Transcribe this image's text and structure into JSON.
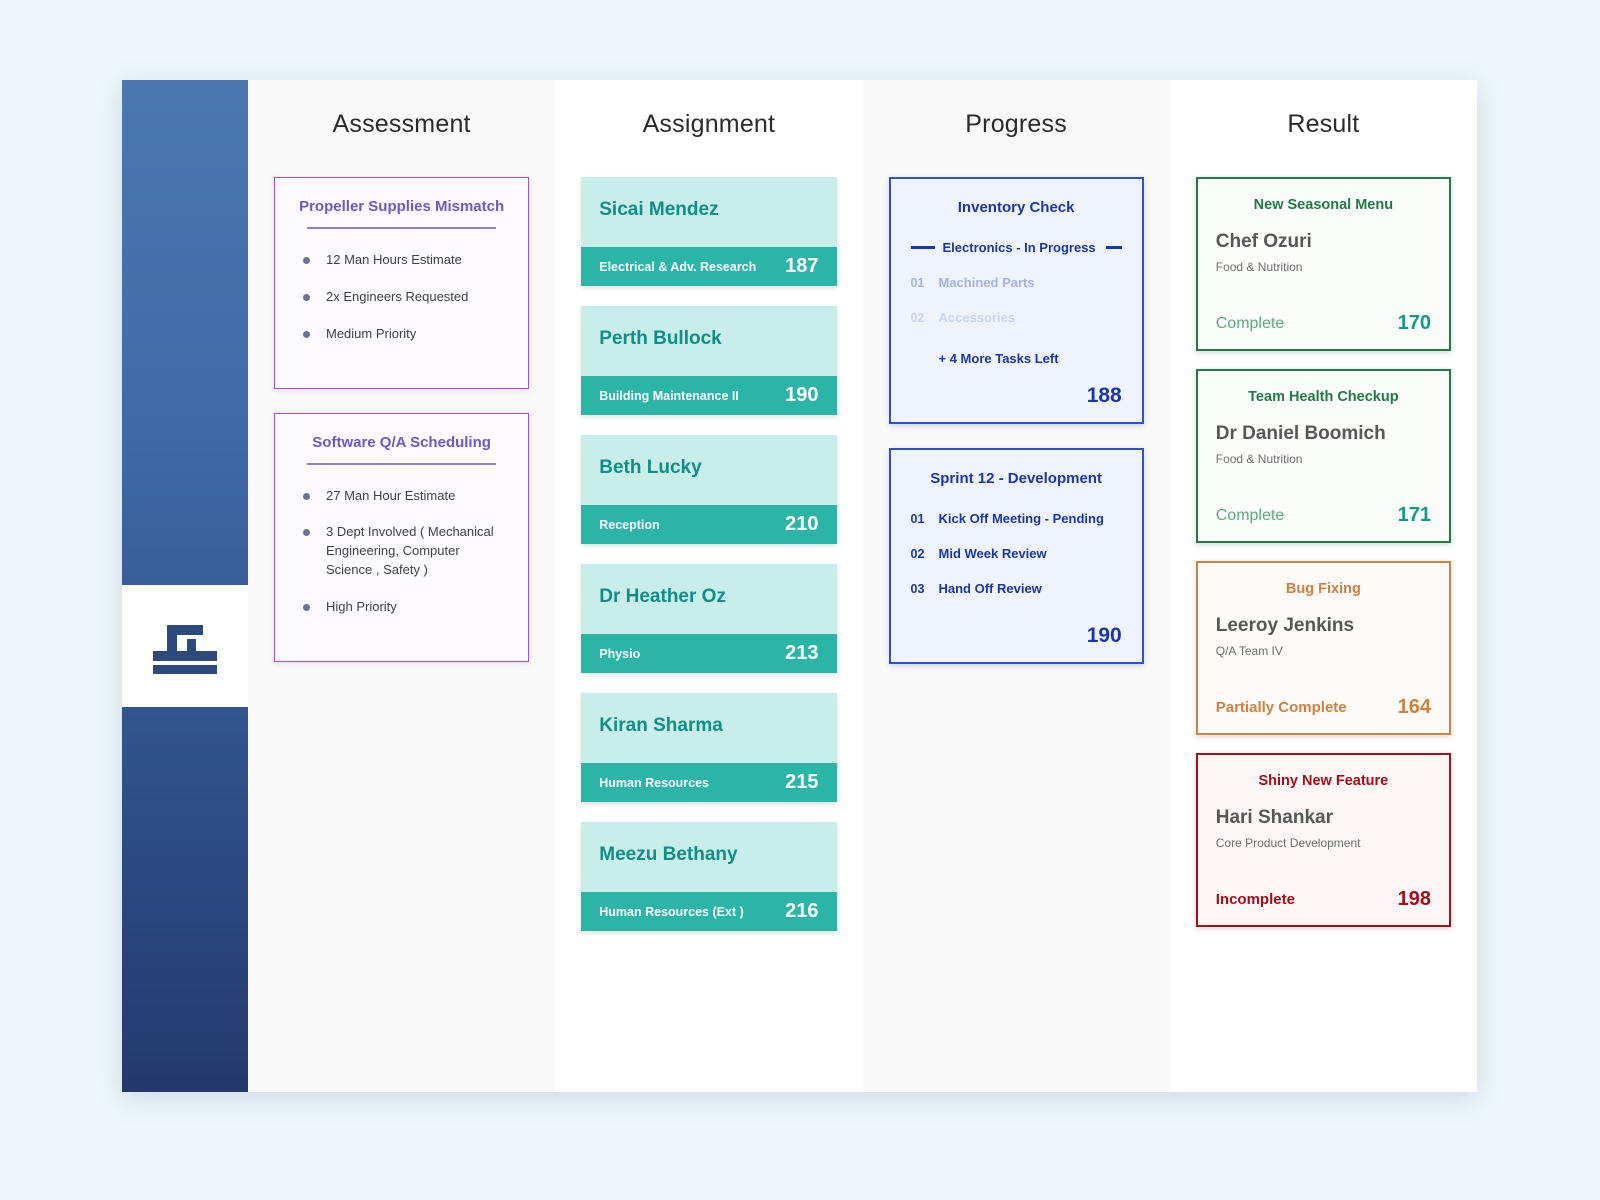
{
  "theme": {
    "page_background": "#edf7f9",
    "sidebar_gradient_top": "#4a78b0",
    "sidebar_gradient_bottom": "#24396e",
    "assessment_accent": "#a24fd0",
    "assessment_title_color": "#6b58c9",
    "assignment_light": "#c9eeea",
    "assignment_dark": "#2ab5a6",
    "progress_accent": "#2f52c9",
    "progress_text": "#1a36ae",
    "result_green": "#1f7a45",
    "result_amber": "#d0803f",
    "result_red": "#a50d17",
    "result_number_teal": "#119a8a"
  },
  "sidebar": {
    "logo_name": "stamp-logo-icon"
  },
  "columns": [
    {
      "key": "assessment",
      "title": "Assessment"
    },
    {
      "key": "assignment",
      "title": "Assignment"
    },
    {
      "key": "progress",
      "title": "Progress"
    },
    {
      "key": "result",
      "title": "Result"
    }
  ],
  "assessment": {
    "cards": [
      {
        "title": "Propeller Supplies Mismatch",
        "items": [
          "12 Man Hours Estimate",
          "2x Engineers Requested",
          "Medium Priority"
        ]
      },
      {
        "title": "Software Q/A Scheduling",
        "items": [
          "27 Man Hour Estimate",
          "3 Dept Involved ( Mechanical Engineering, Computer Science , Safety )",
          "High Priority"
        ]
      }
    ]
  },
  "assignment": {
    "cards": [
      {
        "name": "Sicai Mendez",
        "dept": "Electrical & Adv. Research",
        "number": "187"
      },
      {
        "name": "Perth Bullock",
        "dept": "Building Maintenance II",
        "number": "190"
      },
      {
        "name": "Beth Lucky",
        "dept": "Reception",
        "number": "210"
      },
      {
        "name": "Dr Heather Oz",
        "dept": "Physio",
        "number": "213"
      },
      {
        "name": "Kiran Sharma",
        "dept": "Human Resources",
        "number": "215"
      },
      {
        "name": "Meezu Bethany",
        "dept": "Human Resources (Ext )",
        "number": "216"
      }
    ]
  },
  "progress": {
    "cards": [
      {
        "title": "Inventory Check",
        "style": "dashed-first",
        "rows": [
          {
            "index": "",
            "label": "Electronics  - In Progress",
            "fade": "none"
          },
          {
            "index": "01",
            "label": "Machined Parts",
            "fade": "light"
          },
          {
            "index": "02",
            "label": "Accessories",
            "fade": "lighter"
          }
        ],
        "more": "+ 4 More Tasks Left",
        "number": "188"
      },
      {
        "title": "Sprint 12 - Development",
        "style": "numbered",
        "rows": [
          {
            "index": "01",
            "label": "Kick Off Meeting  - Pending",
            "fade": "none"
          },
          {
            "index": "02",
            "label": "Mid Week Review",
            "fade": "none"
          },
          {
            "index": "03",
            "label": "Hand Off Review",
            "fade": "none"
          }
        ],
        "more": "",
        "number": "190"
      }
    ]
  },
  "result": {
    "cards": [
      {
        "title": "New Seasonal Menu",
        "person": "Chef Ozuri",
        "dept": "Food & Nutrition",
        "status": "Complete",
        "number": "170",
        "tone": "green"
      },
      {
        "title": "Team Health Checkup",
        "person": "Dr Daniel Boomich",
        "dept": "Food & Nutrition",
        "status": "Complete",
        "number": "171",
        "tone": "green"
      },
      {
        "title": "Bug Fixing",
        "person": "Leeroy Jenkins",
        "dept": "Q/A Team IV",
        "status": "Partially Complete",
        "number": "164",
        "tone": "amber"
      },
      {
        "title": "Shiny New Feature",
        "person": "Hari Shankar",
        "dept": "Core Product Development",
        "status": "Incomplete",
        "number": "198",
        "tone": "red"
      }
    ]
  }
}
